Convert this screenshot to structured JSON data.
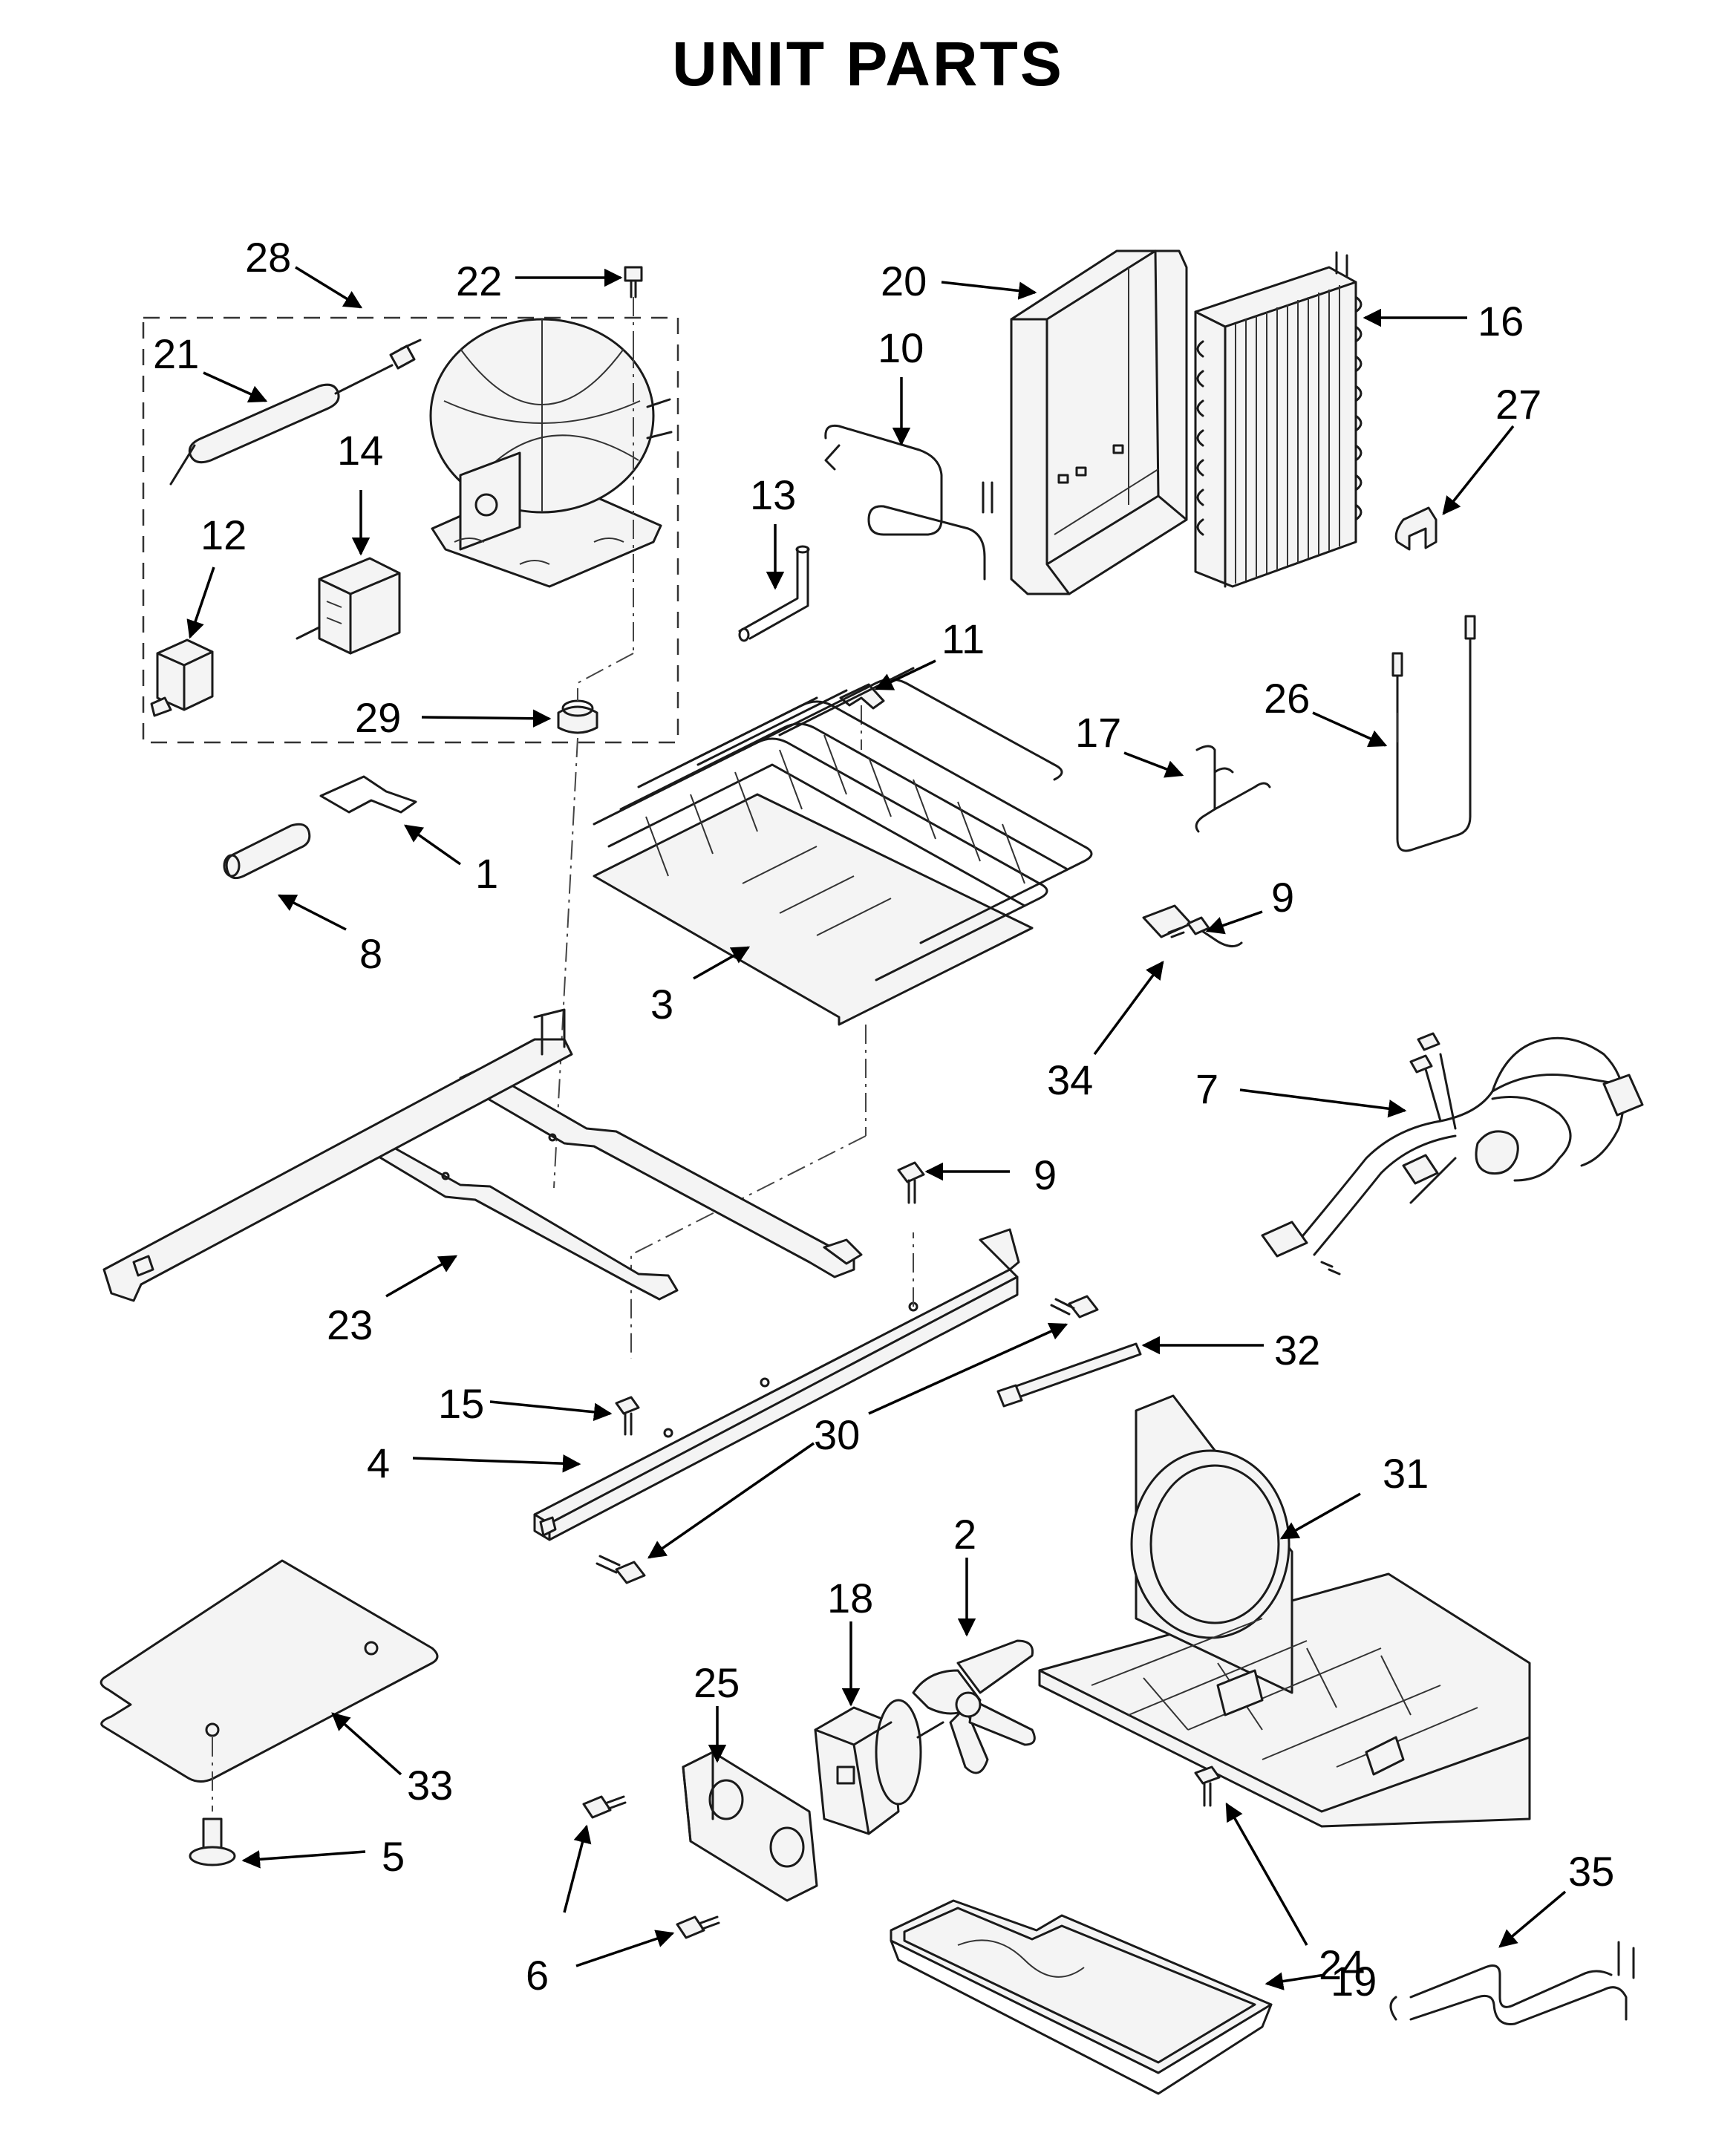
{
  "title": "UNIT PARTS",
  "callouts": [
    {
      "id": "c28",
      "label": "28"
    },
    {
      "id": "c22",
      "label": "22"
    },
    {
      "id": "c20",
      "label": "20"
    },
    {
      "id": "c16",
      "label": "16"
    },
    {
      "id": "c21",
      "label": "21"
    },
    {
      "id": "c10",
      "label": "10"
    },
    {
      "id": "c27",
      "label": "27"
    },
    {
      "id": "c14",
      "label": "14"
    },
    {
      "id": "c13",
      "label": "13"
    },
    {
      "id": "c12",
      "label": "12"
    },
    {
      "id": "c11",
      "label": "11"
    },
    {
      "id": "c29",
      "label": "29"
    },
    {
      "id": "c26",
      "label": "26"
    },
    {
      "id": "c17",
      "label": "17"
    },
    {
      "id": "c1",
      "label": "1"
    },
    {
      "id": "c9a",
      "label": "9"
    },
    {
      "id": "c8",
      "label": "8"
    },
    {
      "id": "c3",
      "label": "3"
    },
    {
      "id": "c34",
      "label": "34"
    },
    {
      "id": "c7",
      "label": "7"
    },
    {
      "id": "c9b",
      "label": "9"
    },
    {
      "id": "c23",
      "label": "23"
    },
    {
      "id": "c32",
      "label": "32"
    },
    {
      "id": "c15",
      "label": "15"
    },
    {
      "id": "c30",
      "label": "30"
    },
    {
      "id": "c4",
      "label": "4"
    },
    {
      "id": "c31",
      "label": "31"
    },
    {
      "id": "c2",
      "label": "2"
    },
    {
      "id": "c18",
      "label": "18"
    },
    {
      "id": "c25",
      "label": "25"
    },
    {
      "id": "c33",
      "label": "33"
    },
    {
      "id": "c5",
      "label": "5"
    },
    {
      "id": "c35",
      "label": "35"
    },
    {
      "id": "c24",
      "label": "24"
    },
    {
      "id": "c6",
      "label": "6"
    },
    {
      "id": "c19",
      "label": "19"
    }
  ]
}
